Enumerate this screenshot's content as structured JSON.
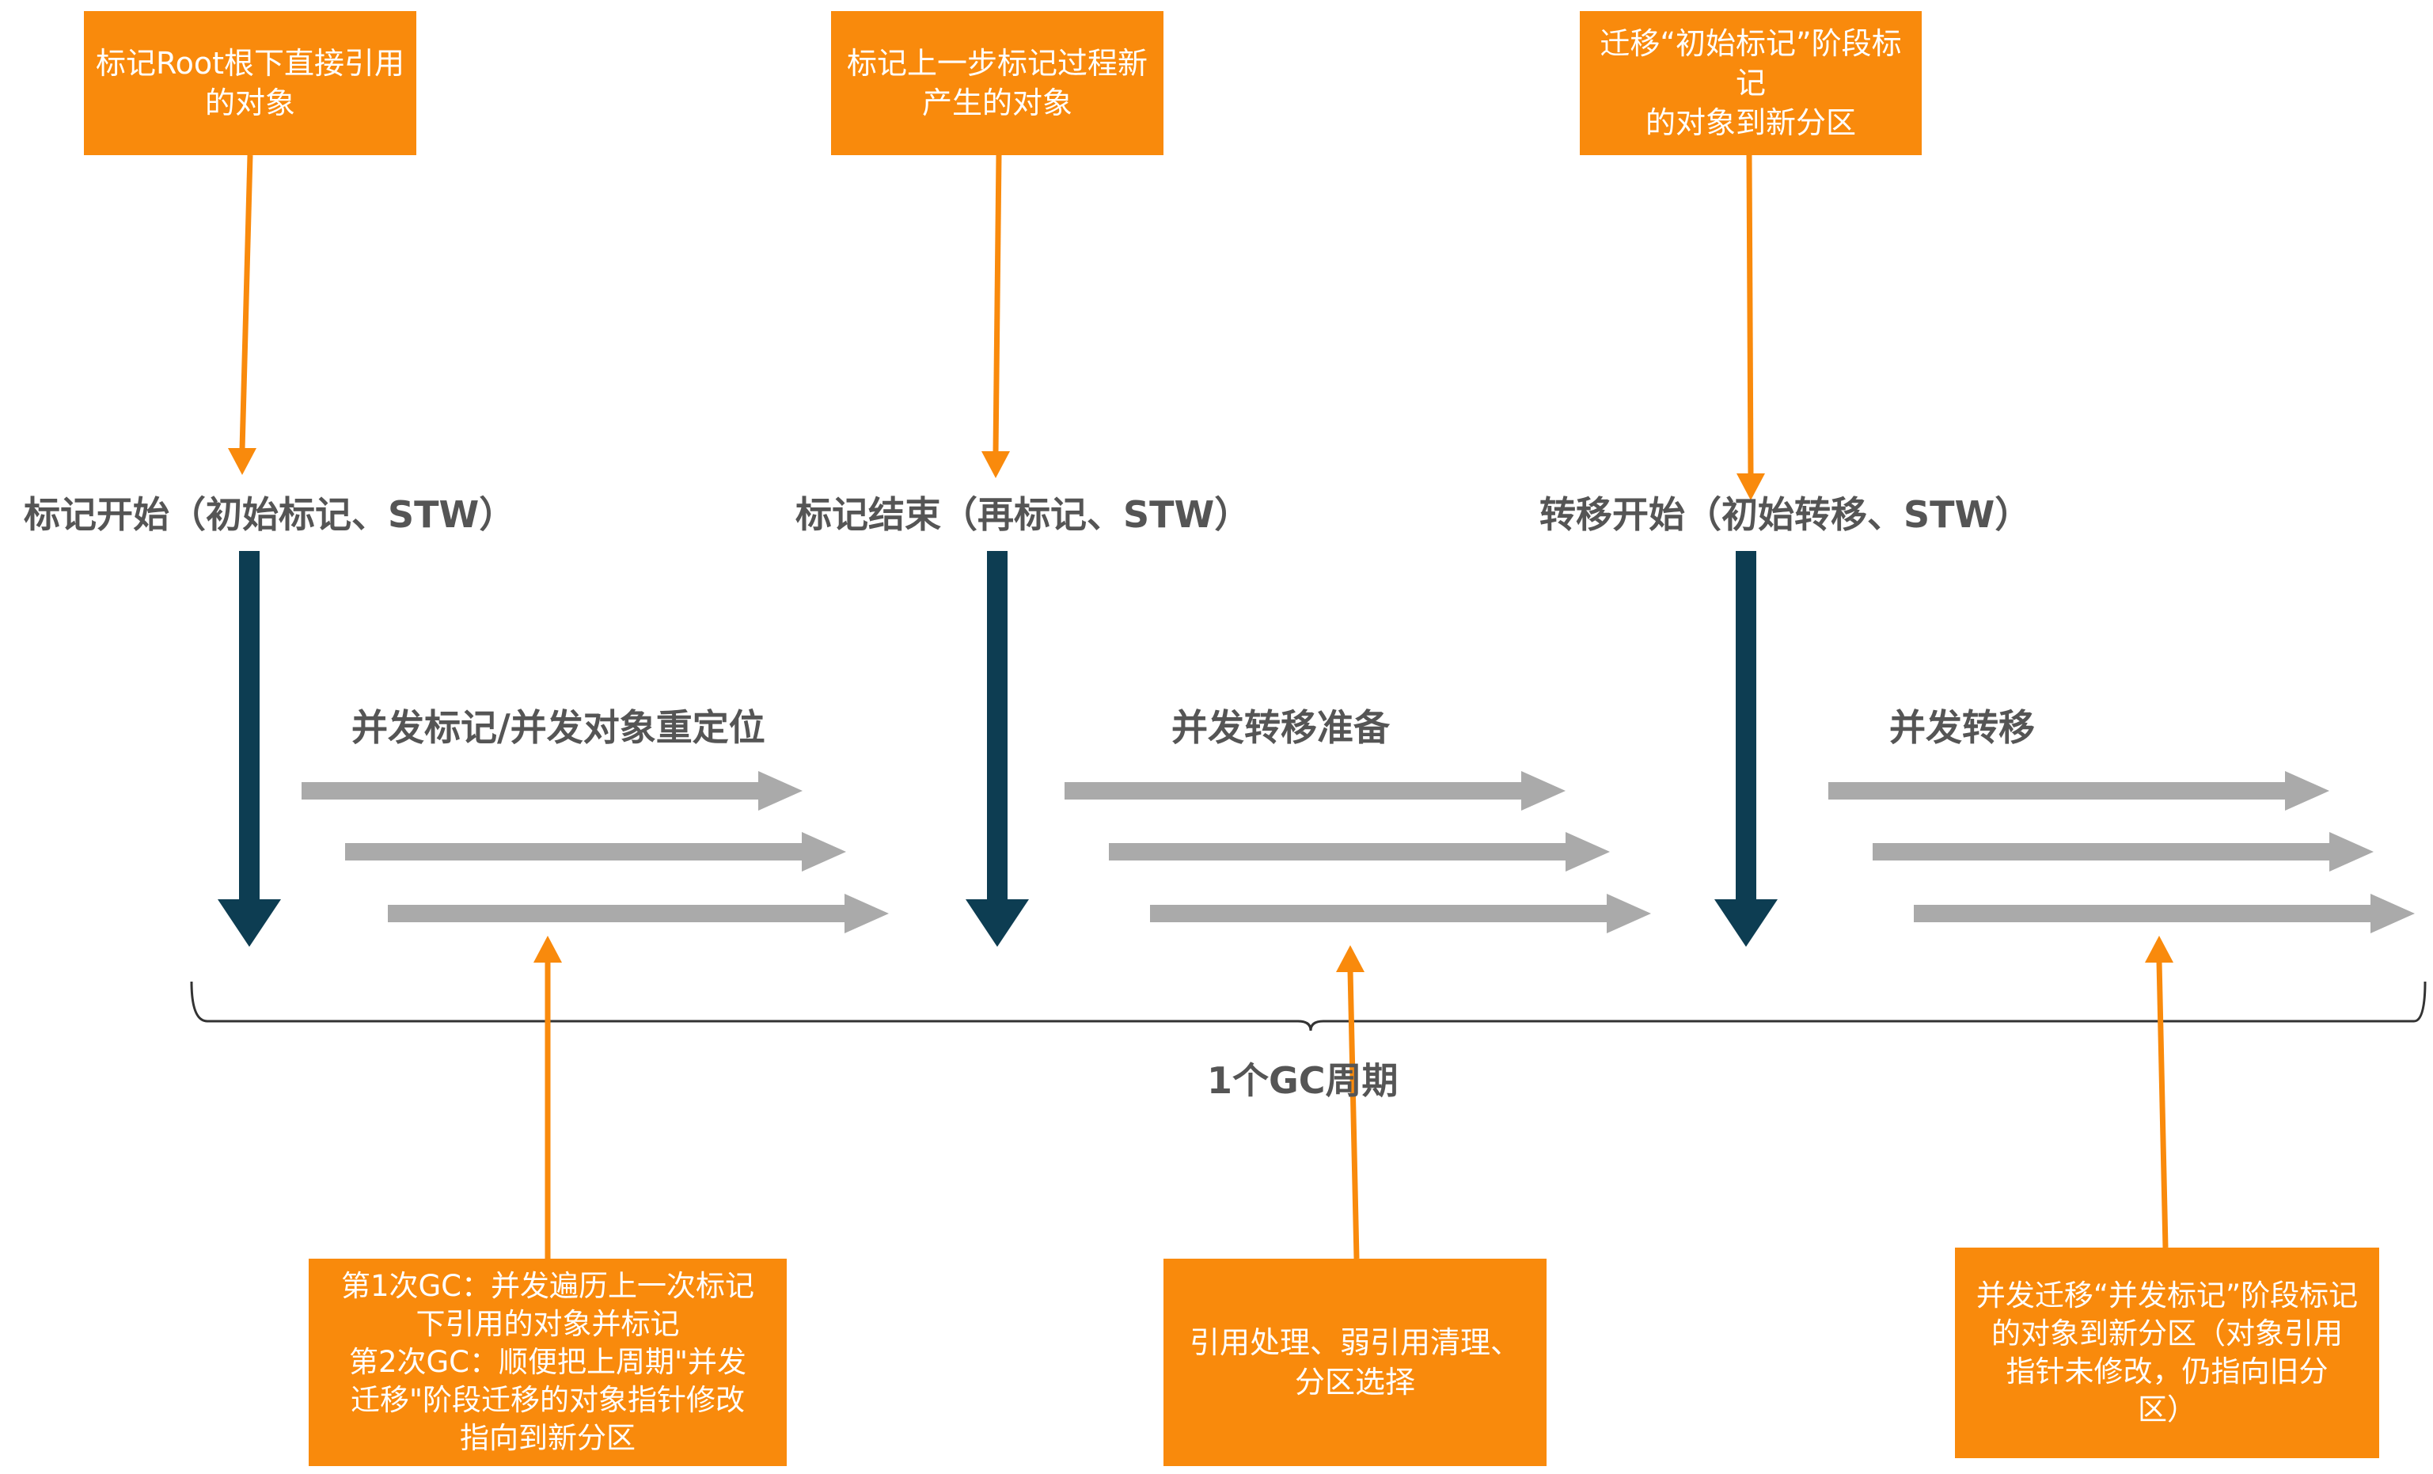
{
  "colors": {
    "orange": "#f98a0c",
    "dark_teal": "#0d3d52",
    "gray_arrow": "#aaaaaa",
    "label_text": "#555555",
    "brace": "#333333"
  },
  "top_boxes": [
    {
      "text": "标记Root根下直接引用\n的对象"
    },
    {
      "text": "标记上一步标记过程新\n产生的对象"
    },
    {
      "text": "迁移“初始标记”阶段标记\n的对象到新分区"
    }
  ],
  "phases": [
    {
      "label": "标记开始（初始标记、STW）"
    },
    {
      "label": "标记结束（再标记、STW）"
    },
    {
      "label": "转移开始（初始转移、STW）"
    }
  ],
  "stages": [
    {
      "label": "并发标记/并发对象重定位"
    },
    {
      "label": "并发转移准备"
    },
    {
      "label": "并发转移"
    }
  ],
  "cycle": {
    "label": "1个GC周期"
  },
  "bottom_boxes": [
    {
      "text": "第1次GC：并发遍历上一次标记\n下引用的对象并标记\n第2次GC：顺便把上周期\"并发\n迁移\"阶段迁移的对象指针修改\n指向到新分区"
    },
    {
      "text": "引用处理、弱引用清理、\n分区选择"
    },
    {
      "text": "并发迁移“并发标记”阶段标记\n的对象到新分区（对象引用\n指针未修改，仍指向旧分\n区）"
    }
  ]
}
